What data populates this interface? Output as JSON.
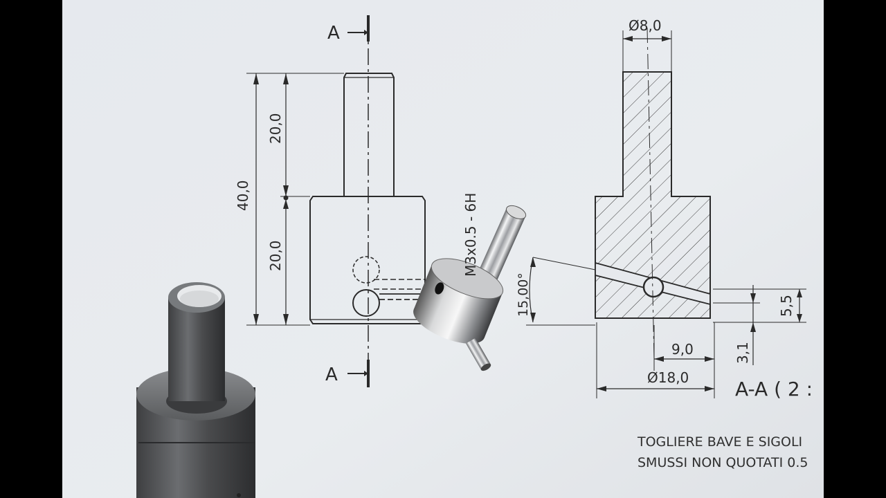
{
  "drawing": {
    "section_marks": {
      "top": "A",
      "bottom": "A"
    },
    "front_view": {
      "overall_height": "40,0",
      "upper_height": "20,0",
      "lower_height": "20,0"
    },
    "thread_callout": "M3x0.5 - 6H",
    "section_view": {
      "top_diameter": "Ø8,0",
      "angle": "15,00°",
      "offset_5_5": "5,5",
      "offset_3_1": "3,1",
      "radius_9": "9,0",
      "base_diameter": "Ø18,0",
      "title": "A-A ( 2 :"
    },
    "notes": {
      "line1": "TOGLIERE BAVE E SIGOLI",
      "line2": "SMUSSI NON QUOTATI 0.5"
    }
  }
}
